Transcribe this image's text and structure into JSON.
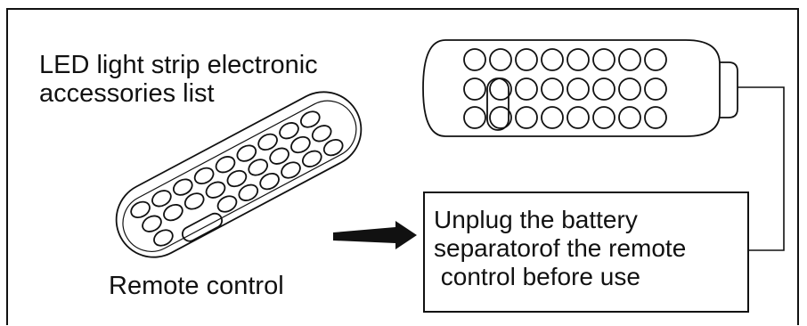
{
  "heading": {
    "title_lines": [
      "LED light strip electronic",
      "accessories list"
    ]
  },
  "remote": {
    "caption": "Remote control"
  },
  "note": {
    "lines": [
      "Unplug the battery",
      "separatorof the remote",
      " control before use"
    ]
  },
  "colors": {
    "ink": "#111111",
    "background": "#ffffff"
  }
}
